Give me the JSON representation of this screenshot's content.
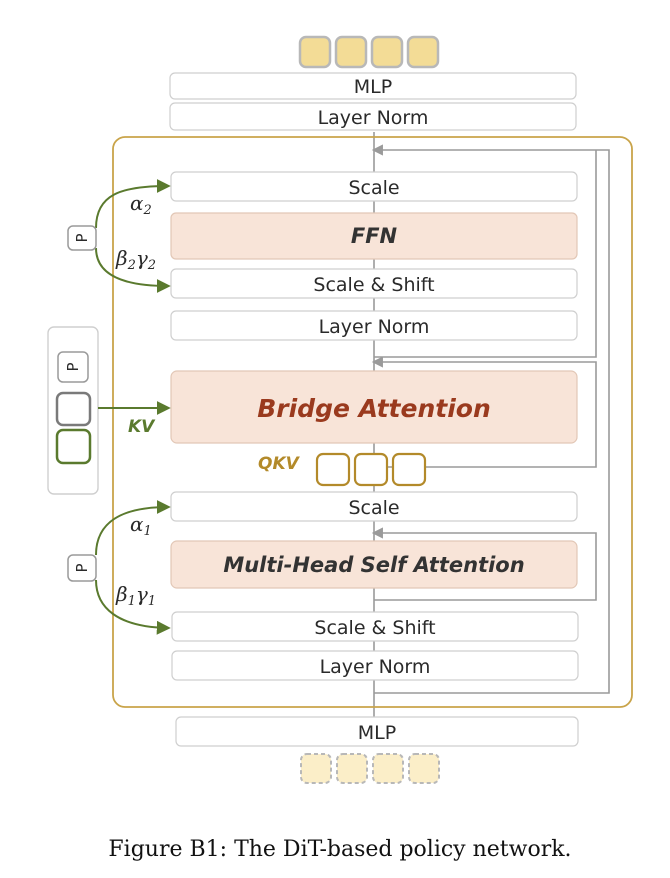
{
  "colors": {
    "block_border": "#cfcfcf",
    "attn_fill": "#f8e4d8",
    "bridge_text": "#9a3a1e",
    "outer_frame": "#c9a44a",
    "qkv": "#b38a2a",
    "green": "#5a7a2e",
    "token_top": "#f3dc96",
    "token_bottom": "#fbeec8",
    "gray_arrow": "#9a9a9a"
  },
  "blocks": {
    "mlp_top": "MLP",
    "ln_top": "Layer Norm",
    "scale2": "Scale",
    "ffn": "FFN",
    "scaleshift2": "Scale & Shift",
    "ln2": "Layer Norm",
    "bridge": "Bridge Attention",
    "scale1": "Scale",
    "mhsa": "Multi-Head Self Attention",
    "scaleshift1": "Scale & Shift",
    "ln1": "Layer Norm",
    "mlp_bottom": "MLP"
  },
  "labels": {
    "qkv": "QKV",
    "kv": "KV",
    "p": "P",
    "alpha2": "α2",
    "beta2gamma2": "β2γ2",
    "alpha1": "α1",
    "beta1gamma1": "β1γ1"
  },
  "math": {
    "alpha2": {
      "base": "α",
      "sub": "2"
    },
    "beta2": {
      "base": "β",
      "sub": "2"
    },
    "gamma2": {
      "base": "γ",
      "sub": "2"
    },
    "alpha1": {
      "base": "α",
      "sub": "1"
    },
    "beta1": {
      "base": "β",
      "sub": "1"
    },
    "gamma1": {
      "base": "γ",
      "sub": "1"
    }
  },
  "caption": "Figure B1: The DiT-based policy network."
}
